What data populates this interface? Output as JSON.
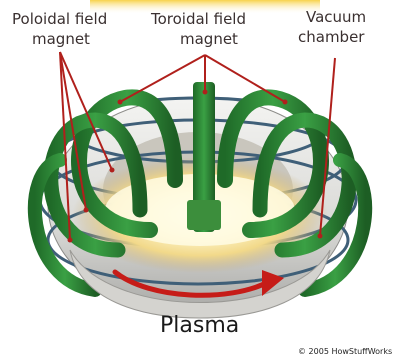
{
  "labels": {
    "poloidal_line1": "Poloidal field",
    "poloidal_line2": "magnet",
    "toroidal_line1": "Toroidal field",
    "toroidal_line2": "magnet",
    "vacuum_line1": "Vacuum",
    "vacuum_line2": "chamber",
    "plasma": "Plasma"
  },
  "footer": {
    "copyright": "© 2005 HowStuffWorks"
  },
  "colors": {
    "coil_green": "#2f8a38",
    "leader_red": "#b0201c",
    "plasma_glow": "#fff6c8",
    "arrow_red": "#d0201a"
  }
}
